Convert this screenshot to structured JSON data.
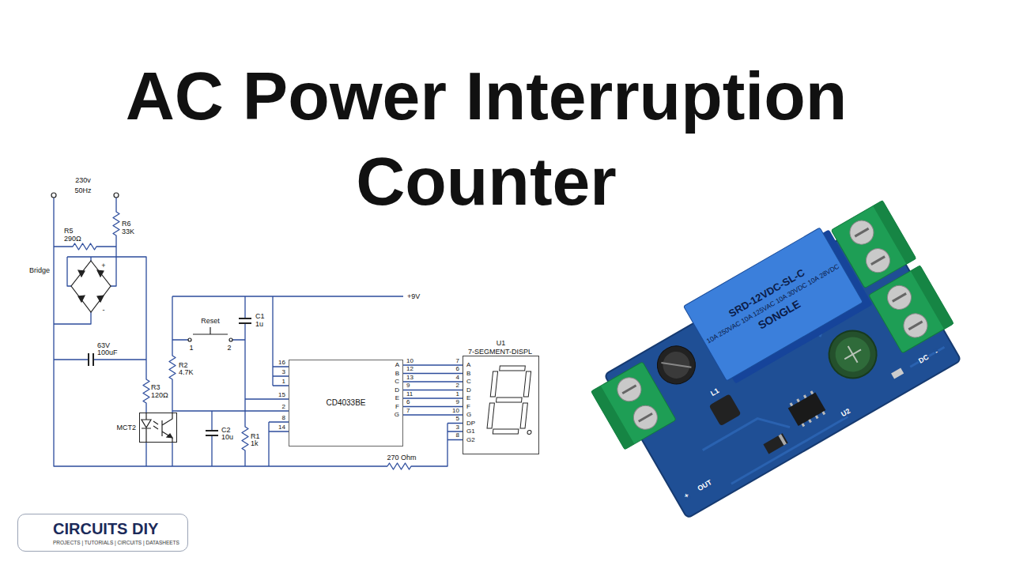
{
  "diagram": {
    "title": "AC Power Interruption Counter",
    "nodes": [
      {
        "text": [
          "MCT2"
        ]
      },
      {
        "text": [
          "CD4033BE"
        ]
      },
      {
        "text": [
          "U1",
          "7-SEGMENT-DISPL"
        ]
      },
      {
        "text": [
          "SRD-12VDC-SL-C",
          "10A 250VAC 10A 125VAC 10A 30VDC 10A 28VDC",
          "SONGLE"
        ]
      },
      {
        "text": [
          "CIRCUITS DIY",
          "PROJECTS | TUTORIALS | CIRCUITS | DATASHEETS"
        ]
      }
    ],
    "edges": [
      {
        "from": 1,
        "to": 2,
        "arrow": "none"
      },
      {
        "from": 1,
        "to": 2,
        "arrow": "none"
      },
      {
        "from": 1,
        "to": 2,
        "arrow": "none"
      },
      {
        "from": 1,
        "to": 2,
        "arrow": "none"
      },
      {
        "from": 1,
        "to": 2,
        "arrow": "none"
      },
      {
        "from": 1,
        "to": 2,
        "arrow": "none"
      },
      {
        "from": 1,
        "to": 2,
        "arrow": "none"
      }
    ],
    "labels": [
      "230v",
      "50Hz",
      "R5",
      "290Ω",
      "R6",
      "33K",
      "Bridge",
      "+",
      "-",
      "63V",
      "100uF",
      "R3",
      "120Ω",
      "R2",
      "4.7K",
      "Reset",
      "1",
      "2",
      "C1",
      "1u",
      "+9V",
      "C2",
      "10u",
      "R1",
      "1k",
      "16",
      "3",
      "1",
      "15",
      "2",
      "8",
      "14",
      "A",
      "B",
      "C",
      "D",
      "E",
      "F",
      "G",
      "10",
      "12",
      "13",
      "9",
      "11",
      "6",
      "7",
      "7",
      "6",
      "4",
      "2",
      "1",
      "9",
      "10",
      "5",
      "3",
      "8",
      "A",
      "B",
      "C",
      "D",
      "E",
      "F",
      "G",
      "DP",
      "G1",
      "G2",
      "270 Ohm",
      "OUT",
      "+",
      "DC",
      "-",
      "L1",
      "U2"
    ]
  }
}
